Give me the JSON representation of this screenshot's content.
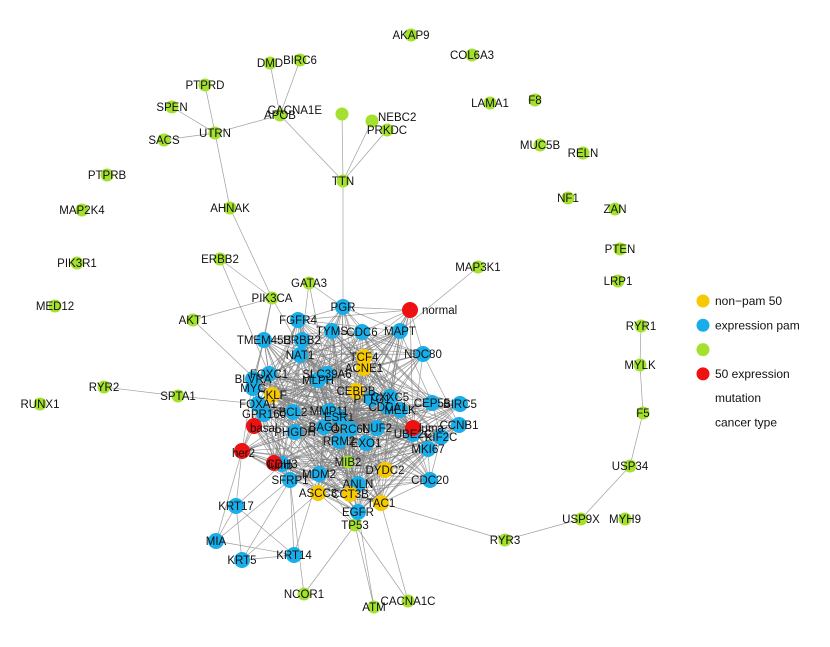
{
  "colors": {
    "non_pam50": "#f7c900",
    "expression_pam": "#17aeea",
    "mutation": "#a4e12e",
    "cancer_type": "#ee1111",
    "edge": "#7f7f7f"
  },
  "legend": {
    "items": [
      {
        "label": "non−pam 50",
        "color": "#f7c900"
      },
      {
        "label": "expression pam",
        "color": "#17aeea"
      },
      {
        "label": "",
        "color": "#a4e12e"
      },
      {
        "label": "50 expression",
        "color": "#ee1111"
      },
      {
        "label": "mutation",
        "color": ""
      },
      {
        "label": "cancer type",
        "color": ""
      }
    ]
  },
  "nodes": {
    "green": [
      "AKAP9",
      "COL6A3",
      "DMD",
      "BIRC6",
      "PTPRD",
      "SPEN",
      "SACS",
      "UTRN",
      "APOB",
      "CACNA1E",
      "NEBC2",
      "PRKDC",
      "LAMA1",
      "F8",
      "MUC5B",
      "RELN",
      "PTPRB",
      "MAP2K4",
      "TTN",
      "NF1",
      "ZAN",
      "AHNAK",
      "PTEN",
      "PIK3R1",
      "ERBB2",
      "LRP1",
      "GATA3",
      "MAP3K1",
      "MED12",
      "PIK3CA",
      "AKT1",
      "RYR1",
      "MYLK",
      "RYR2",
      "SPTA1",
      "RUNX1",
      "F5",
      "USP34",
      "MIB2",
      "TP53",
      "RYR3",
      "USP9X",
      "MYH9",
      "NCOR1",
      "ATM",
      "CACNA1C"
    ],
    "blue": [
      "PGR",
      "FGFR4",
      "TYMS",
      "CDC6",
      "MAPT",
      "TMEM45B",
      "ERBB2B",
      "NAT1",
      "NDC80",
      "BLVRA",
      "MYC",
      "FOXC1",
      "FOXA1",
      "GPR160",
      "SLC39A6",
      "MLPH",
      "BIRC5",
      "CCNB1",
      "CEP55",
      "ORC6L",
      "KIF2C",
      "MKI67",
      "UBE2C",
      "PHGDH",
      "MMP11",
      "KRT17",
      "SFRP1",
      "MDM2",
      "CDC20",
      "ANLN",
      "EGFR",
      "MIA",
      "KRT14",
      "KRT5",
      "CDH3",
      "MELK",
      "PTTG1",
      "CDCA1",
      "CXXC5",
      "EXO1",
      "RRM2",
      "BAG1",
      "ESR1",
      "NUF2",
      "BCL2"
    ],
    "yellow": [
      "TCF4",
      "ACNE1",
      "CKLF",
      "CEBPB",
      "DYDC2",
      "TAC1",
      "ASCC3",
      "CCT3B"
    ],
    "red": [
      "normal",
      "basal",
      "her2",
      "lumb",
      "luma"
    ]
  }
}
